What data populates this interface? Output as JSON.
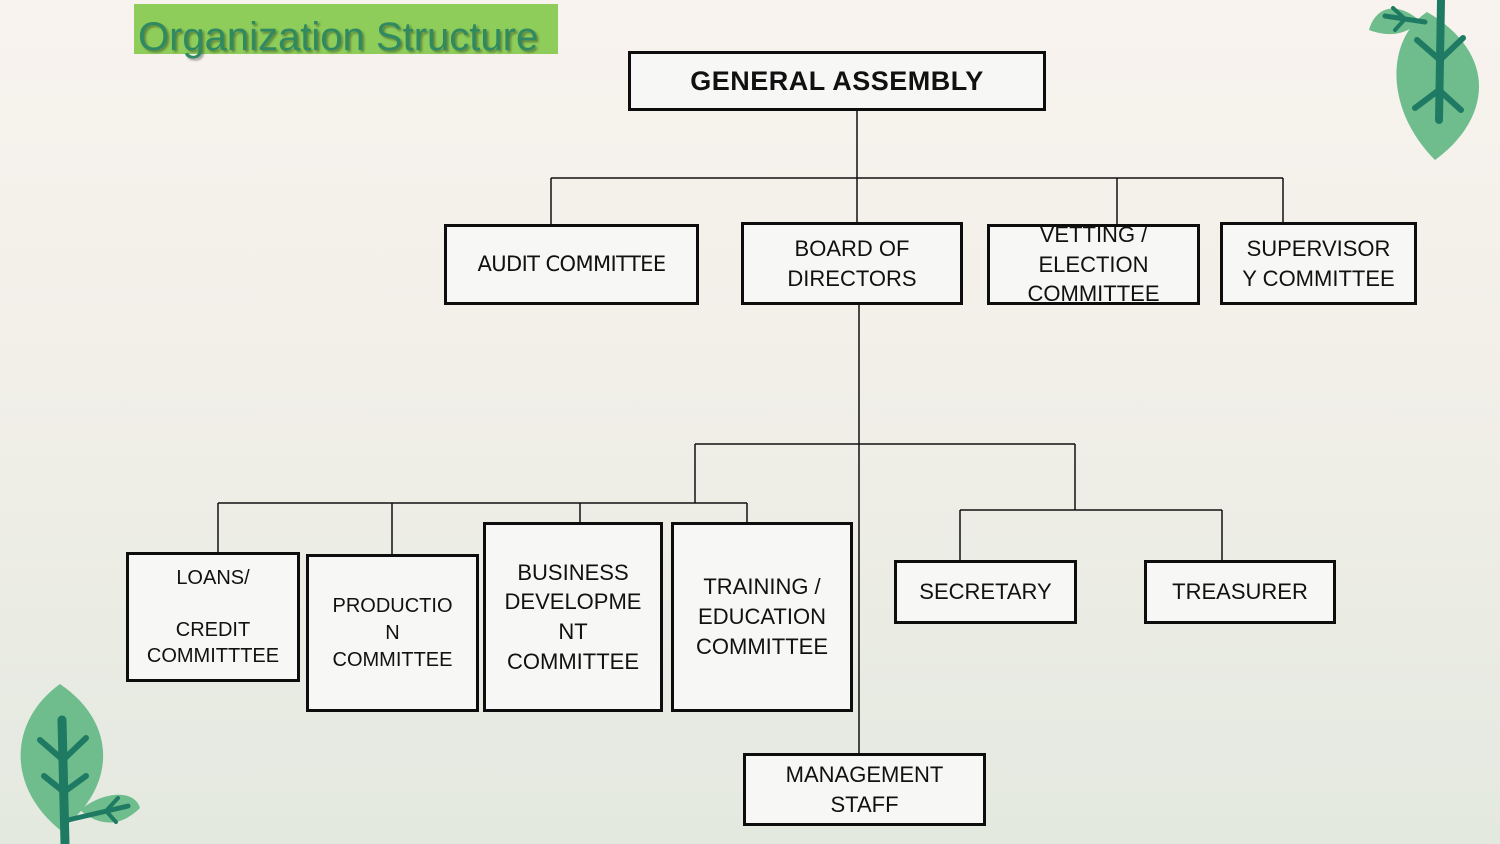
{
  "title": "Organization Structure",
  "colors": {
    "title_background": "#8fcd5a",
    "title_text": "#2f8a62",
    "leaf_light": "#6fbd8c",
    "leaf_dark": "#1f7a63",
    "box_border": "#0d0d0d",
    "box_fill": "#f7f7f5"
  },
  "decorations": [
    "leaf-top-right",
    "leaf-bottom-left"
  ],
  "nodes": {
    "general_assembly": "GENERAL ASSEMBLY",
    "audit_committee": "AUDIT COMMITTEE",
    "board_of_directors": "BOARD OF\nDIRECTORS",
    "vetting_election_committee": "VETTING /\nELECTION\nCOMMITTEE",
    "supervisory_committee": "SUPERVISOR\nY COMMITTEE",
    "loans_credit_committee": "LOANS/\n\nCREDIT\nCOMMITTTEE",
    "production_committee": "PRODUCTIO\nN\nCOMMITTEE",
    "business_development_committee": "BUSINESS\nDEVELOPME\nNT\nCOMMITTEE",
    "training_education_committee": "TRAINING /\nEDUCATION\nCOMMITTEE",
    "secretary": "SECRETARY",
    "treasurer": "TREASURER",
    "management_staff": "MANAGEMENT\nSTAFF"
  }
}
